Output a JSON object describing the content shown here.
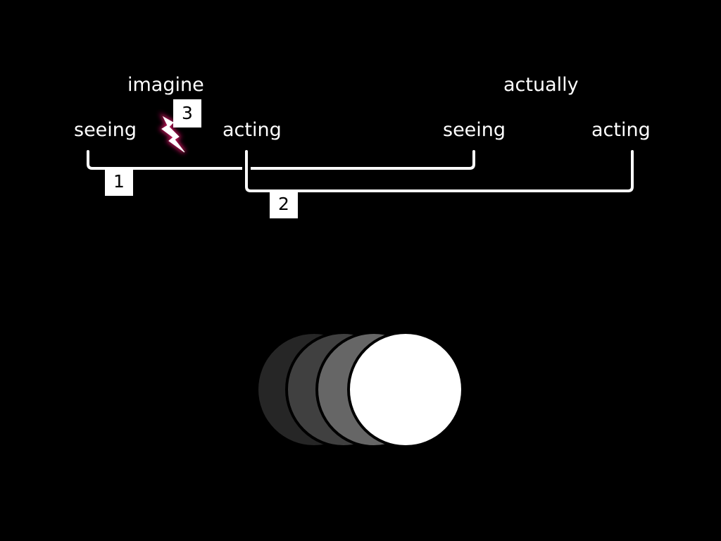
{
  "headers": {
    "imagine": "imagine",
    "actually": "actually"
  },
  "steps": {
    "imagine_seeing": "seeing",
    "imagine_acting": "acting",
    "actual_seeing": "seeing",
    "actual_acting": "acting"
  },
  "markers": {
    "one": "1",
    "two": "2",
    "three": "3"
  },
  "icons": {
    "bolt": "lightning-bolt-icon"
  },
  "colors": {
    "background": "#000000",
    "foreground": "#ffffff",
    "bolt_glow": "#c2185b",
    "circle_shades": [
      "#262626",
      "#404040",
      "#666666",
      "#ffffff"
    ]
  }
}
